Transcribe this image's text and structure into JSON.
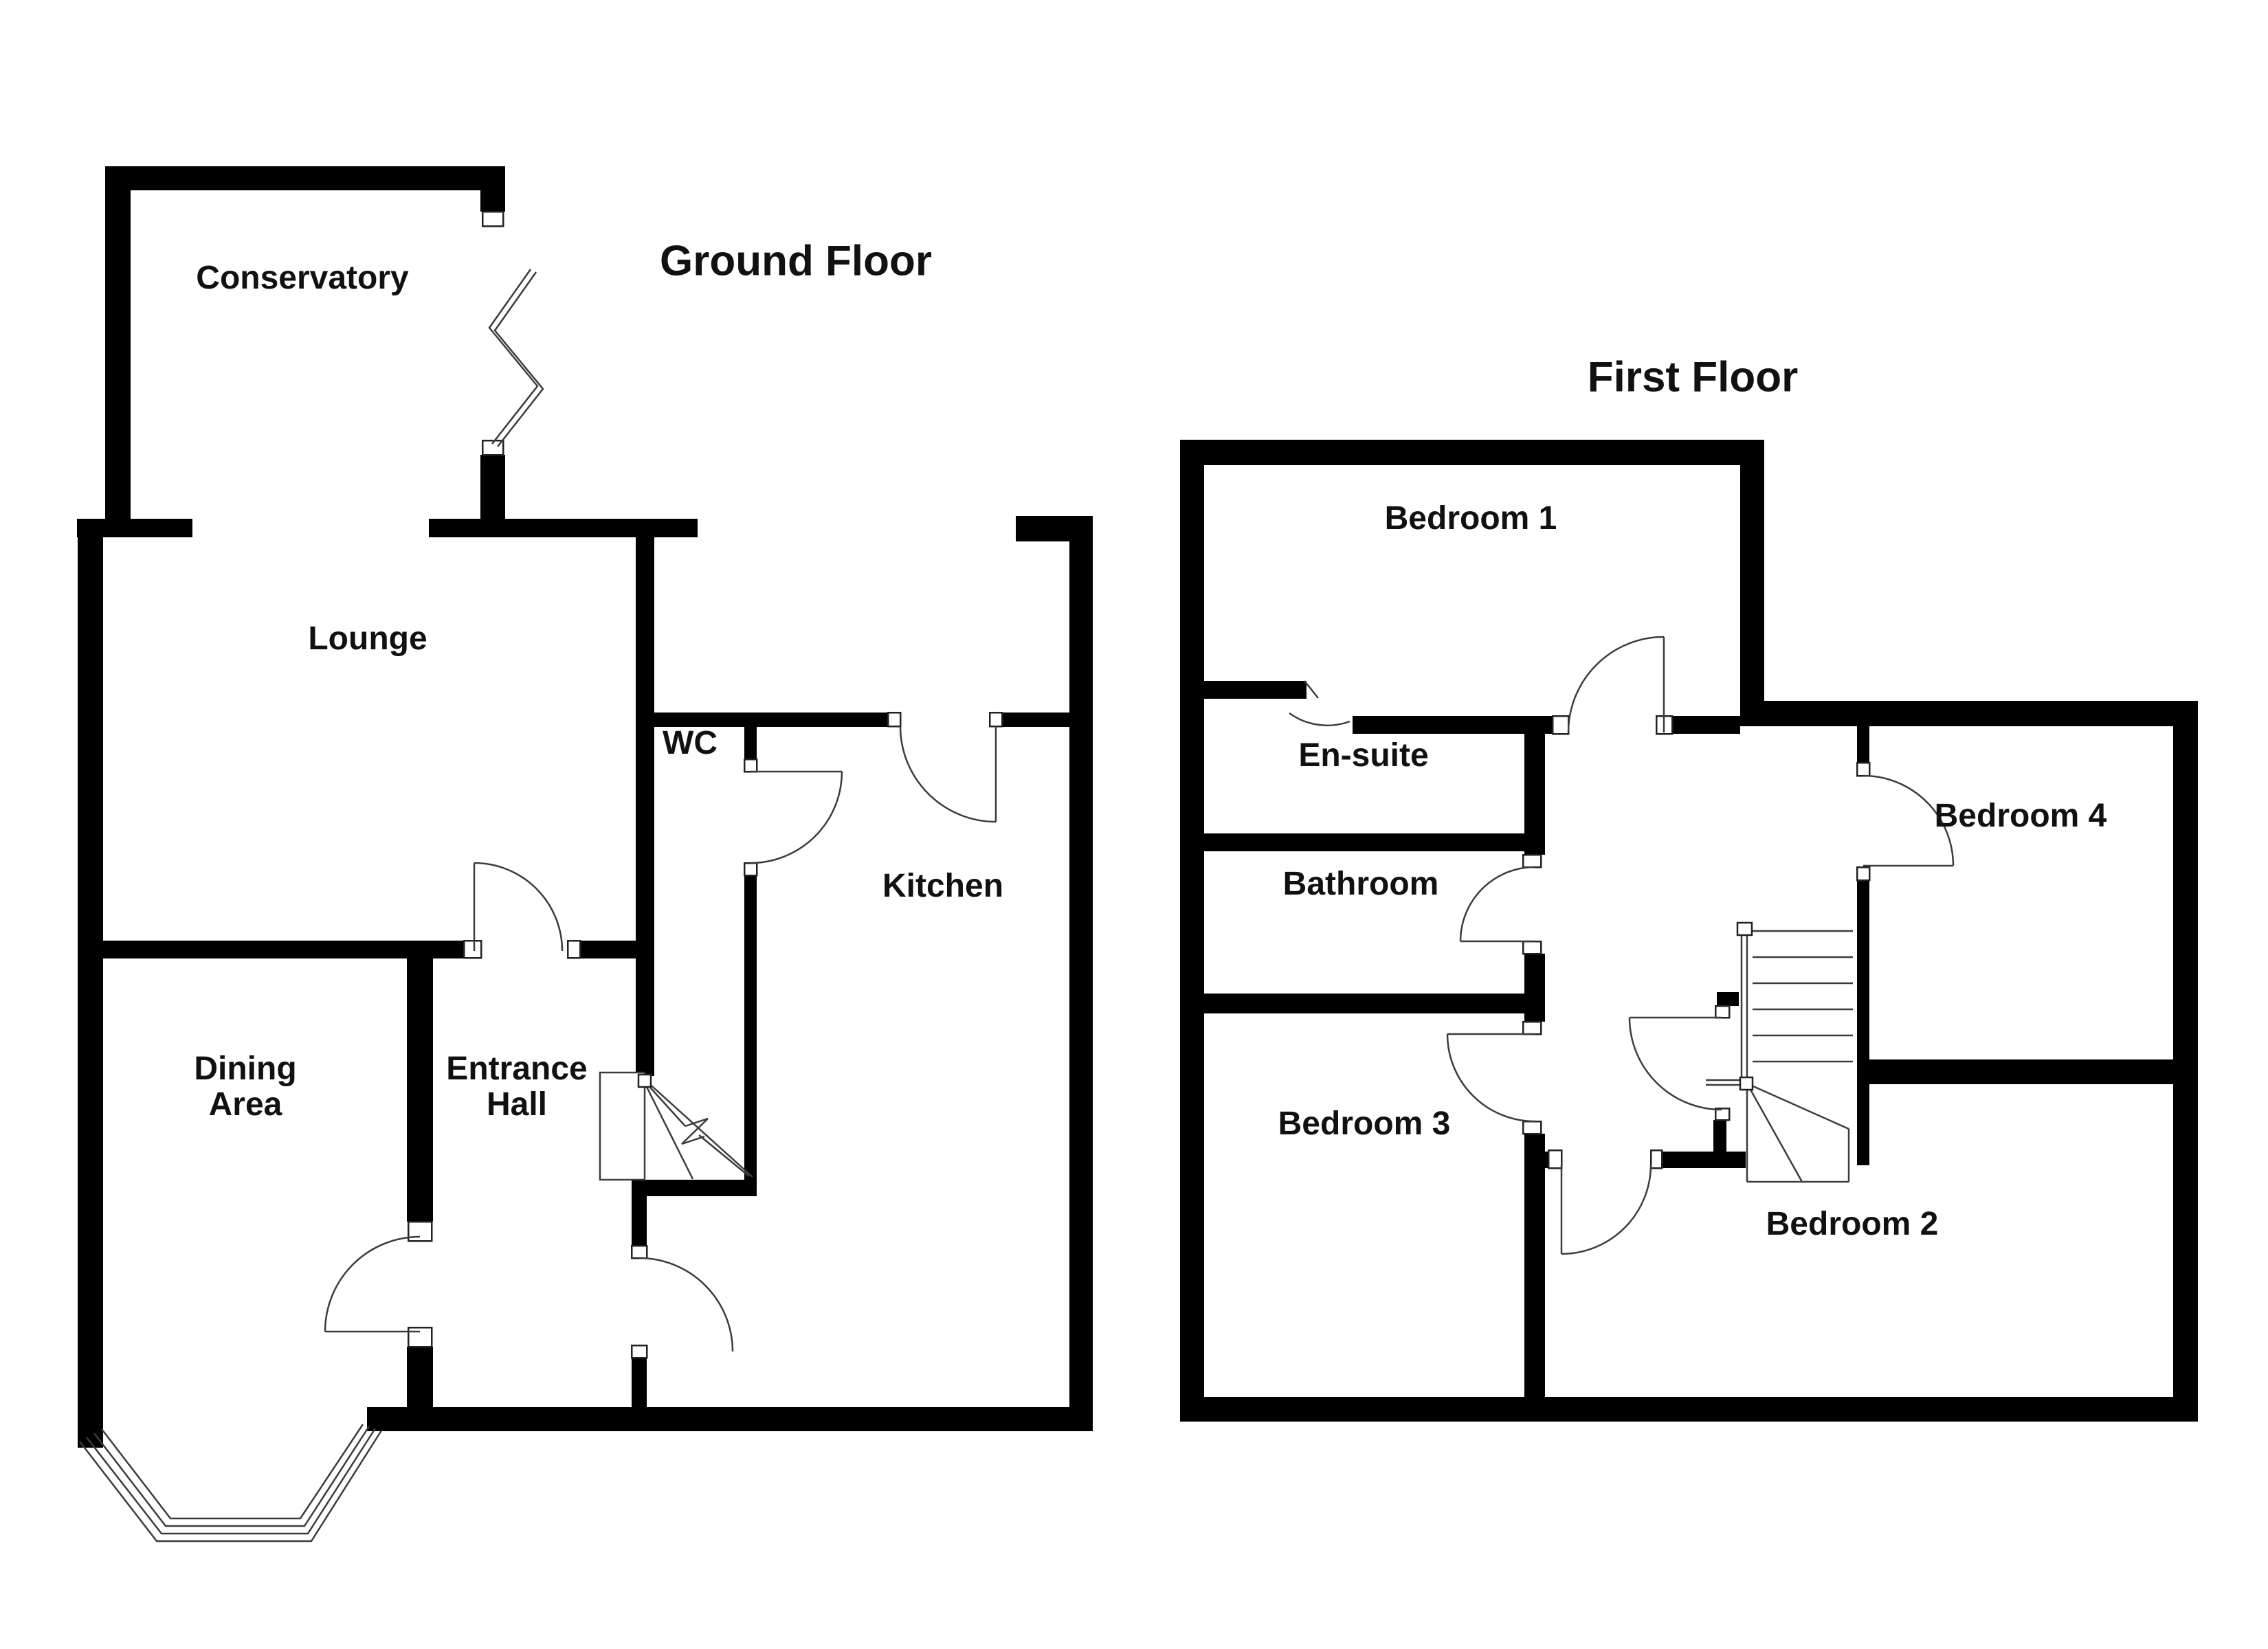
{
  "ground": {
    "title": "Ground Floor",
    "conservatory": "Conservatory",
    "lounge": "Lounge",
    "wc": "WC",
    "kitchen": "Kitchen",
    "dining": "Dining\nArea",
    "hall": "Entrance\nHall"
  },
  "first": {
    "title": "First Floor",
    "bedroom1": "Bedroom 1",
    "ensuite": "En-suite",
    "bathroom": "Bathroom",
    "bedroom2": "Bedroom 2",
    "bedroom3": "Bedroom 3",
    "bedroom4": "Bedroom 4"
  },
  "style": {
    "wall_color": "#000000",
    "background": "#ffffff",
    "line_color": "#3c3c3c",
    "text_color": "#111111"
  }
}
